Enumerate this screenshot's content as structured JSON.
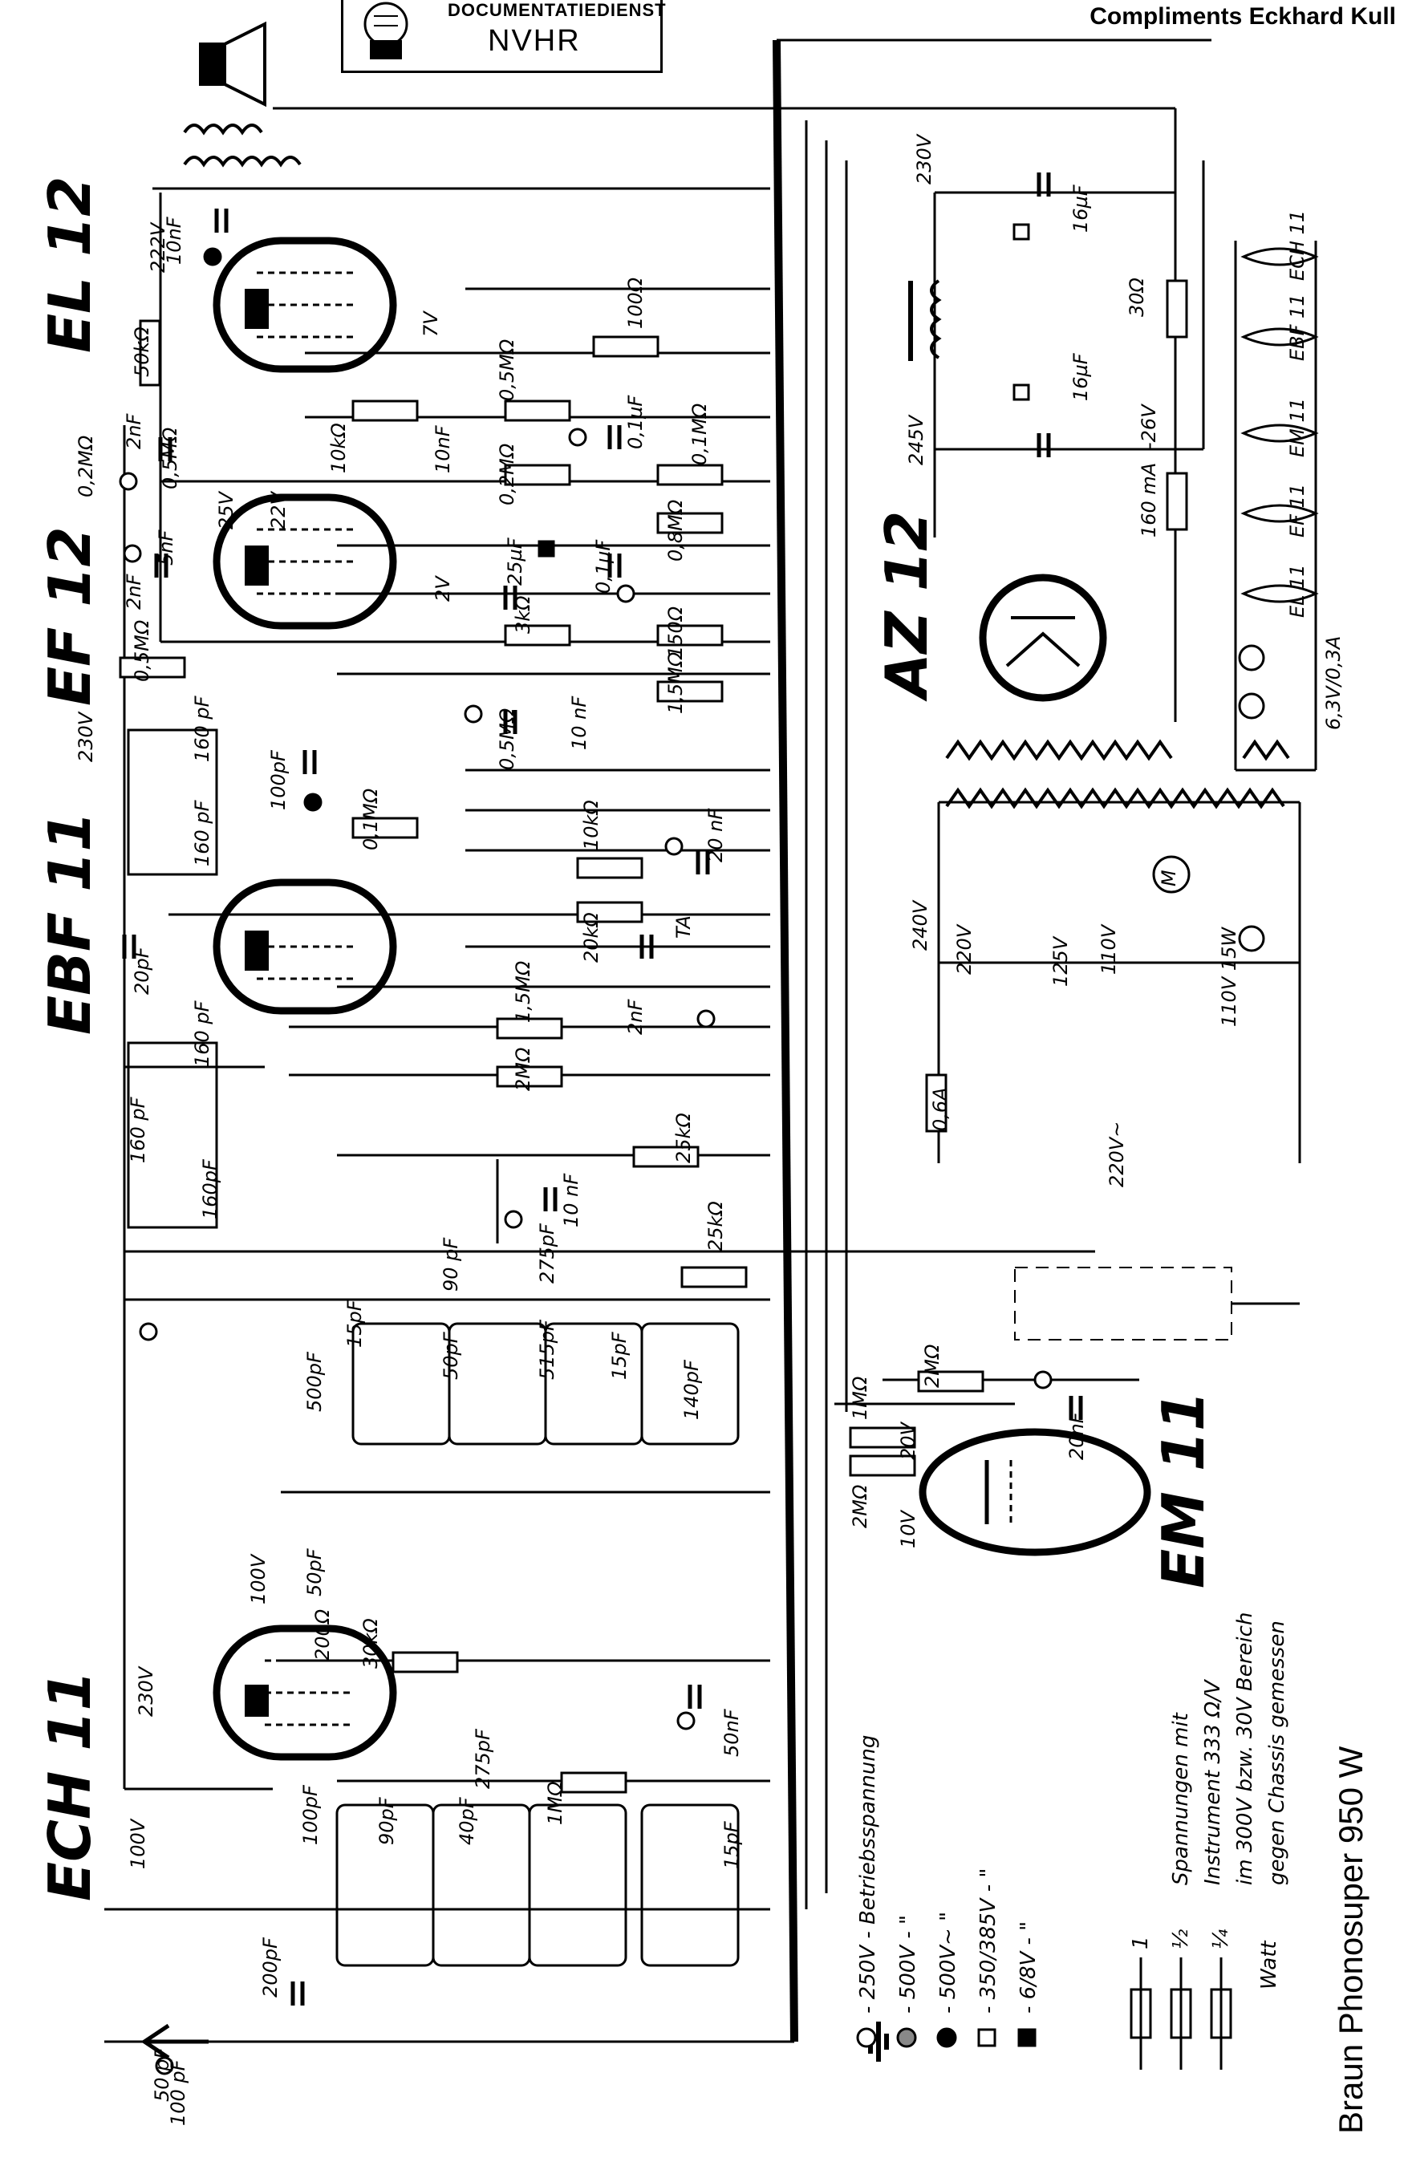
{
  "header": {
    "stamp_line1": "DOCUMENTATIEDIENST",
    "stamp_line2": "NVHR",
    "credit": "Compliments Eckhard Kull"
  },
  "footer": {
    "model": "Braun Phonosuper 950 W"
  },
  "tubes": [
    {
      "id": "el12",
      "label": "EL 12"
    },
    {
      "id": "ef12",
      "label": "EF 12"
    },
    {
      "id": "ebf11",
      "label": "EBF 11"
    },
    {
      "id": "ech11",
      "label": "ECH 11"
    },
    {
      "id": "az12",
      "label": "AZ 12"
    },
    {
      "id": "em11",
      "label": "EM 11"
    }
  ],
  "components": {
    "labels_left": [
      "222V",
      "10nF",
      "50kΩ",
      "0,2MΩ",
      "2nF",
      "0,5MΩ",
      "25V",
      "22V",
      "5nF",
      "2nF",
      "0,5MΩ",
      "230V",
      "160 pF",
      "100pF",
      "160 pF",
      "20pF",
      "160 pF",
      "160 pF",
      "160pF",
      "100V",
      "230V",
      "100V",
      "200Ω",
      "30kΩ",
      "50pF",
      "100pF",
      "90pF",
      "40pF",
      "200pF",
      "50 pF",
      "100 pF",
      "500pF",
      "15pF",
      "50pF",
      "90 pF",
      "275pF",
      "515pF",
      "15pF",
      "140pF",
      "275pF",
      "1MΩ",
      "50nF",
      "15pF"
    ],
    "labels_mid": [
      "7V",
      "100Ω",
      "10kΩ",
      "10nF",
      "0,5MΩ",
      "0,1µF",
      "0,1MΩ",
      "0,2MΩ",
      "25µF",
      "2V",
      "3kΩ",
      "0,1µF",
      "0,8MΩ",
      "150Ω",
      "1,5MΩ",
      "10 nF",
      "0,5MΩ",
      "0,1MΩ",
      "10kΩ",
      "20 nF",
      "20kΩ",
      "TA",
      "2nF",
      "1,5MΩ",
      "2MΩ",
      "25kΩ",
      "10 nF",
      "25kΩ",
      "2MΩ",
      "1MΩ",
      "2MΩ",
      "20V",
      "10V",
      "20nF"
    ],
    "labels_right": [
      "230V",
      "16µF",
      "245V",
      "16µF",
      "-26V",
      "30Ω",
      "160 mA",
      "ECH 11",
      "EBF 11",
      "EM 11",
      "EF 11",
      "EL 11",
      "6,3V/0,3A",
      "240V",
      "220V",
      "125V",
      "110V",
      "110V 15W",
      "0,6A",
      "220V~",
      "M"
    ]
  },
  "legend": {
    "voltages": [
      {
        "symbol": "open-circle",
        "text": "- 250V - Betriebsspannung"
      },
      {
        "symbol": "half-circle",
        "text": "- 500V - \""
      },
      {
        "symbol": "filled-circle",
        "text": "- 500V~ \""
      },
      {
        "symbol": "open-square",
        "text": "- 350/385V - \""
      },
      {
        "symbol": "half-square",
        "text": "- 6/8V - \""
      }
    ],
    "wattage": [
      {
        "value": "1"
      },
      {
        "value": "½"
      },
      {
        "value": "¼"
      }
    ],
    "wattage_label": "Watt",
    "note_lines": [
      "Spannungen mit",
      "Instrument 333 Ω/V",
      "im 300V bzw. 30V Bereich",
      "gegen Chassis gemessen"
    ]
  }
}
